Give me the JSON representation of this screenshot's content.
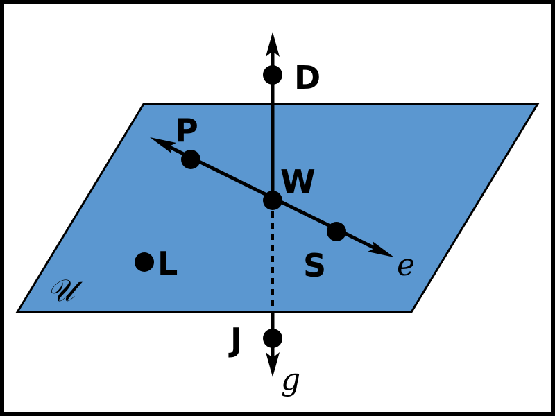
{
  "colors": {
    "plane_fill": "#5b97d0",
    "stroke": "#000000",
    "background": "#ffffff",
    "frame": "#000000"
  },
  "plane": {
    "label": "𝒰"
  },
  "lines": [
    {
      "id": "g",
      "label": "g",
      "arrows": "both"
    },
    {
      "id": "e",
      "label": "e",
      "arrows": "both"
    }
  ],
  "points": [
    {
      "id": "D",
      "label": "D"
    },
    {
      "id": "P",
      "label": "P"
    },
    {
      "id": "W",
      "label": "W"
    },
    {
      "id": "S",
      "label": "S"
    },
    {
      "id": "L",
      "label": "L"
    },
    {
      "id": "J",
      "label": "J"
    }
  ]
}
